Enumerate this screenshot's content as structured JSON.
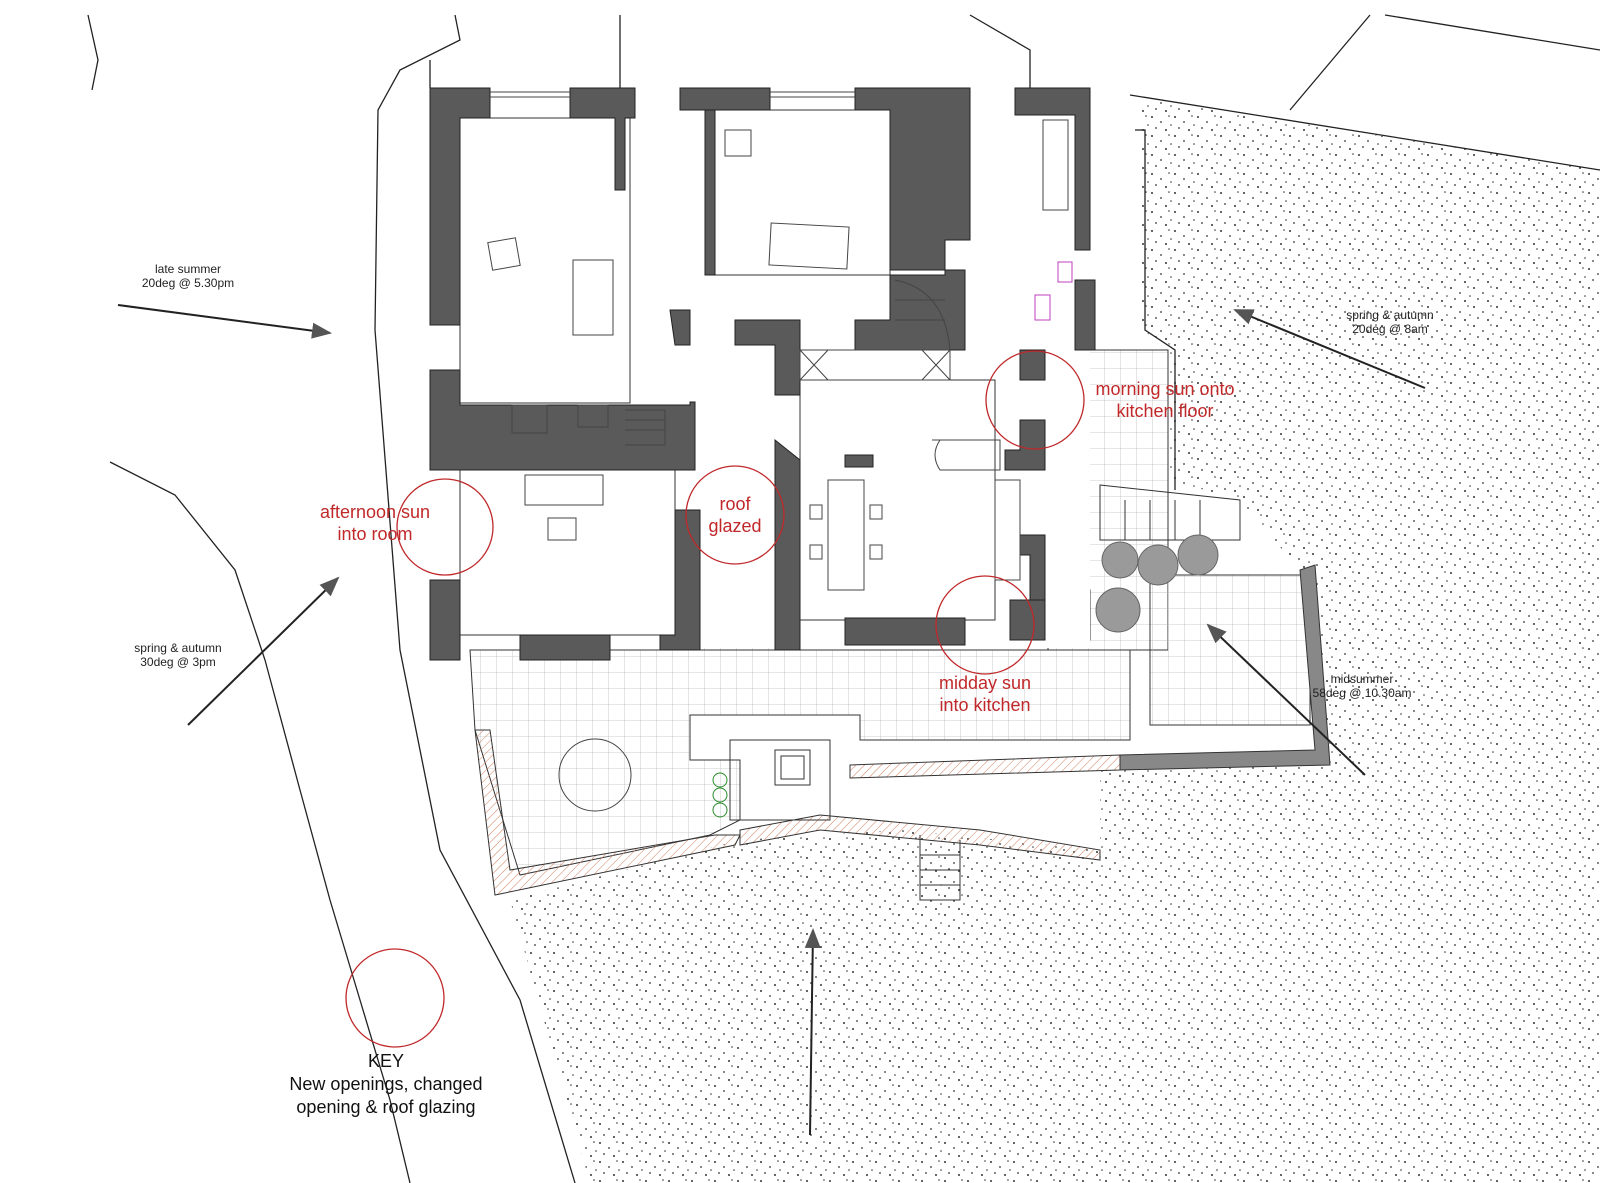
{
  "sun_angles": [
    {
      "season": "late summer",
      "angle": "20deg @ 5.30pm"
    },
    {
      "season": "spring & autumn",
      "angle": "20deg @ 8am"
    },
    {
      "season": "spring & autumn",
      "angle": "30deg @ 3pm"
    },
    {
      "season": "midsummer",
      "angle": "58deg @ 10.30am"
    }
  ],
  "annotations": [
    {
      "line1": "morning sun onto",
      "line2": "kitchen floor"
    },
    {
      "line1": "afternoon sun",
      "line2": "into room"
    },
    {
      "line1": "roof",
      "line2": "glazed"
    },
    {
      "line1": "midday sun",
      "line2": "into kitchen"
    }
  ],
  "key": {
    "title": "KEY",
    "line1": "New openings, changed",
    "line2": "opening & roof glazing"
  },
  "colors": {
    "wall": "#5a5a5a",
    "annotation": "#c0282a",
    "line": "#222222"
  }
}
